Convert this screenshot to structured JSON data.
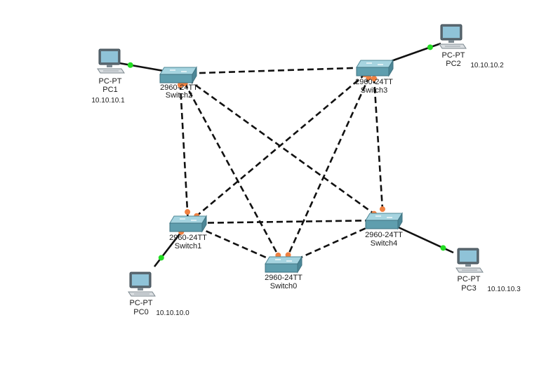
{
  "colors": {
    "trunk_link": "#111111",
    "access_link": "#111111",
    "port_up": "#22dd22",
    "port_trunk": "#f08040",
    "switch_body": "#5f9eae",
    "switch_top": "#a6d4e0",
    "pc_screen": "#8fc3d8",
    "pc_body": "#d9dde0"
  },
  "devices": {
    "pc1": {
      "model": "PC-PT",
      "name": "PC1",
      "ip": "10.10.10.1",
      "icon": "pc-icon"
    },
    "pc2": {
      "model": "PC-PT",
      "name": "PC2",
      "ip": "10.10.10.2",
      "icon": "pc-icon"
    },
    "pc0": {
      "model": "PC-PT",
      "name": "PC0",
      "ip": "10.10.10.0",
      "icon": "pc-icon"
    },
    "pc3": {
      "model": "PC-PT",
      "name": "PC3",
      "ip": "10.10.10.3",
      "icon": "pc-icon"
    },
    "switch2": {
      "model": "2960-24TT",
      "name": "Switch2",
      "icon": "switch-icon"
    },
    "switch3": {
      "model": "2960-24TT",
      "name": "Switch3",
      "icon": "switch-icon"
    },
    "switch1": {
      "model": "2960-24TT",
      "name": "Switch1",
      "icon": "switch-icon"
    },
    "switch4": {
      "model": "2960-24TT",
      "name": "Switch4",
      "icon": "switch-icon"
    },
    "switch0": {
      "model": "2960-24TT",
      "name": "Switch0",
      "icon": "switch-icon"
    }
  },
  "links": [
    {
      "from": "pc1",
      "to": "switch2",
      "kind": "access"
    },
    {
      "from": "pc2",
      "to": "switch3",
      "kind": "access"
    },
    {
      "from": "pc0",
      "to": "switch1",
      "kind": "access"
    },
    {
      "from": "pc3",
      "to": "switch4",
      "kind": "access"
    },
    {
      "from": "switch2",
      "to": "switch3",
      "kind": "trunk"
    },
    {
      "from": "switch2",
      "to": "switch1",
      "kind": "trunk"
    },
    {
      "from": "switch2",
      "to": "switch0",
      "kind": "trunk"
    },
    {
      "from": "switch2",
      "to": "switch4",
      "kind": "trunk"
    },
    {
      "from": "switch3",
      "to": "switch1",
      "kind": "trunk"
    },
    {
      "from": "switch3",
      "to": "switch0",
      "kind": "trunk"
    },
    {
      "from": "switch3",
      "to": "switch4",
      "kind": "trunk"
    },
    {
      "from": "switch1",
      "to": "switch4",
      "kind": "trunk"
    },
    {
      "from": "switch1",
      "to": "switch0",
      "kind": "trunk"
    },
    {
      "from": "switch4",
      "to": "switch0",
      "kind": "trunk"
    }
  ]
}
